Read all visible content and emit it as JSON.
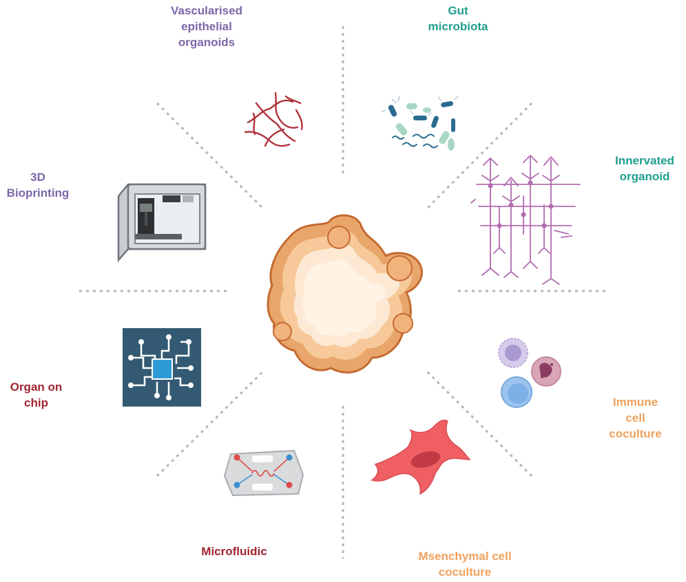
{
  "labels": {
    "vascularised": "Vascularised\nepithelial\norganoids",
    "gut": "Gut\nmicrobiota",
    "innervated": "Innervated\norganoid",
    "bioprinting": "3D\nBioprinting",
    "organ_chip": "Organ on\nchip",
    "immune": "Immune\ncell\ncoculture",
    "microfluidic": "Microfluidic",
    "mesenchymal": "Msenchymal cell\ncoculture"
  },
  "icons": {
    "center": "organoid-icon",
    "vessels": "blood-vessel-icon",
    "bacteria": "bacteria-icon",
    "neurons": "neuron-icon",
    "printer": "3d-printer-icon",
    "chip": "circuit-chip-icon",
    "immune": "immune-cells-icon",
    "microfluidic": "microfluidic-chip-icon",
    "fibroblast": "mesenchymal-cell-icon"
  },
  "colors": {
    "purple": "#7b67a8",
    "teal": "#1f9e8f",
    "red": "#a0262e",
    "orange": "#f0a15e",
    "divider": "#b5b5b5"
  }
}
